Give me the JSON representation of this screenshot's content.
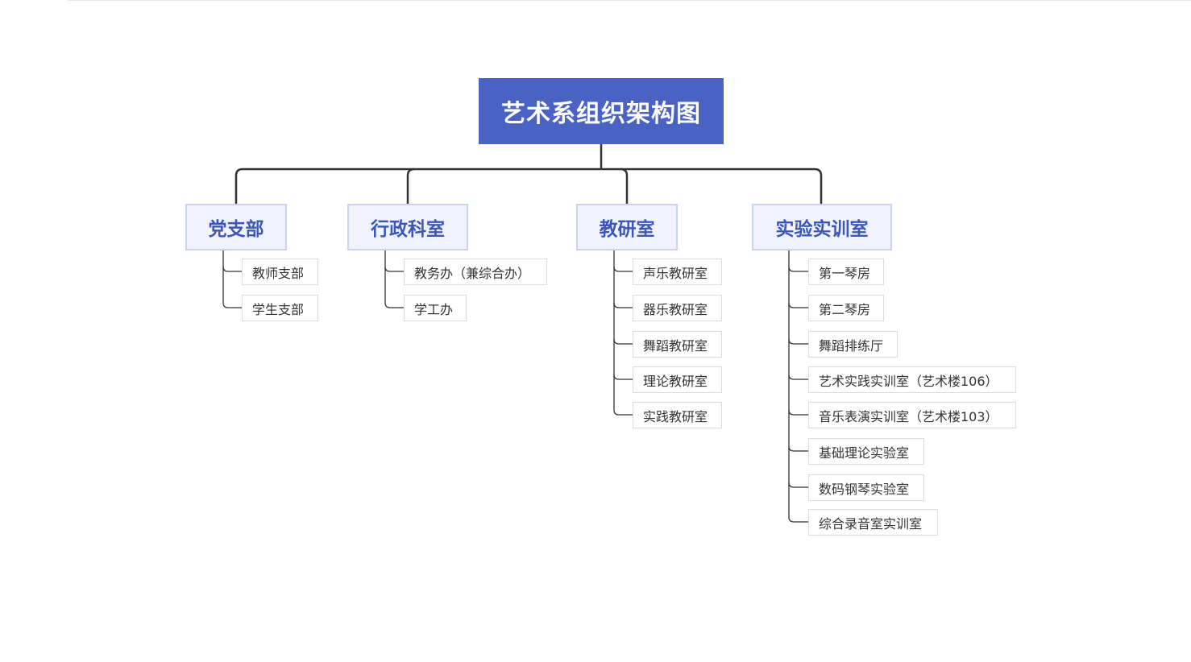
{
  "title": "艺术系组织架构图",
  "branches": [
    {
      "label": "党支部",
      "children": [
        "教师支部",
        "学生支部"
      ]
    },
    {
      "label": "行政科室",
      "children": [
        "教务办（兼综合办）",
        "学工办"
      ]
    },
    {
      "label": "教研室",
      "children": [
        "声乐教研室",
        "器乐教研室",
        "舞蹈教研室",
        "理论教研室",
        "实践教研室"
      ]
    },
    {
      "label": "实验实训室",
      "children": [
        "第一琴房",
        "第二琴房",
        "舞蹈排练厅",
        "艺术实践实训室（艺术楼106）",
        "音乐表演实训室（艺术楼103）",
        "基础理论实验室",
        "数码钢琴实验室",
        "综合录音室实训室"
      ]
    }
  ],
  "colors": {
    "root_fill": "#4a62c1",
    "branch_fill": "#f0f3fd",
    "branch_border": "#c9d3f4",
    "branch_text": "#3d57b8",
    "line": "#333333"
  }
}
